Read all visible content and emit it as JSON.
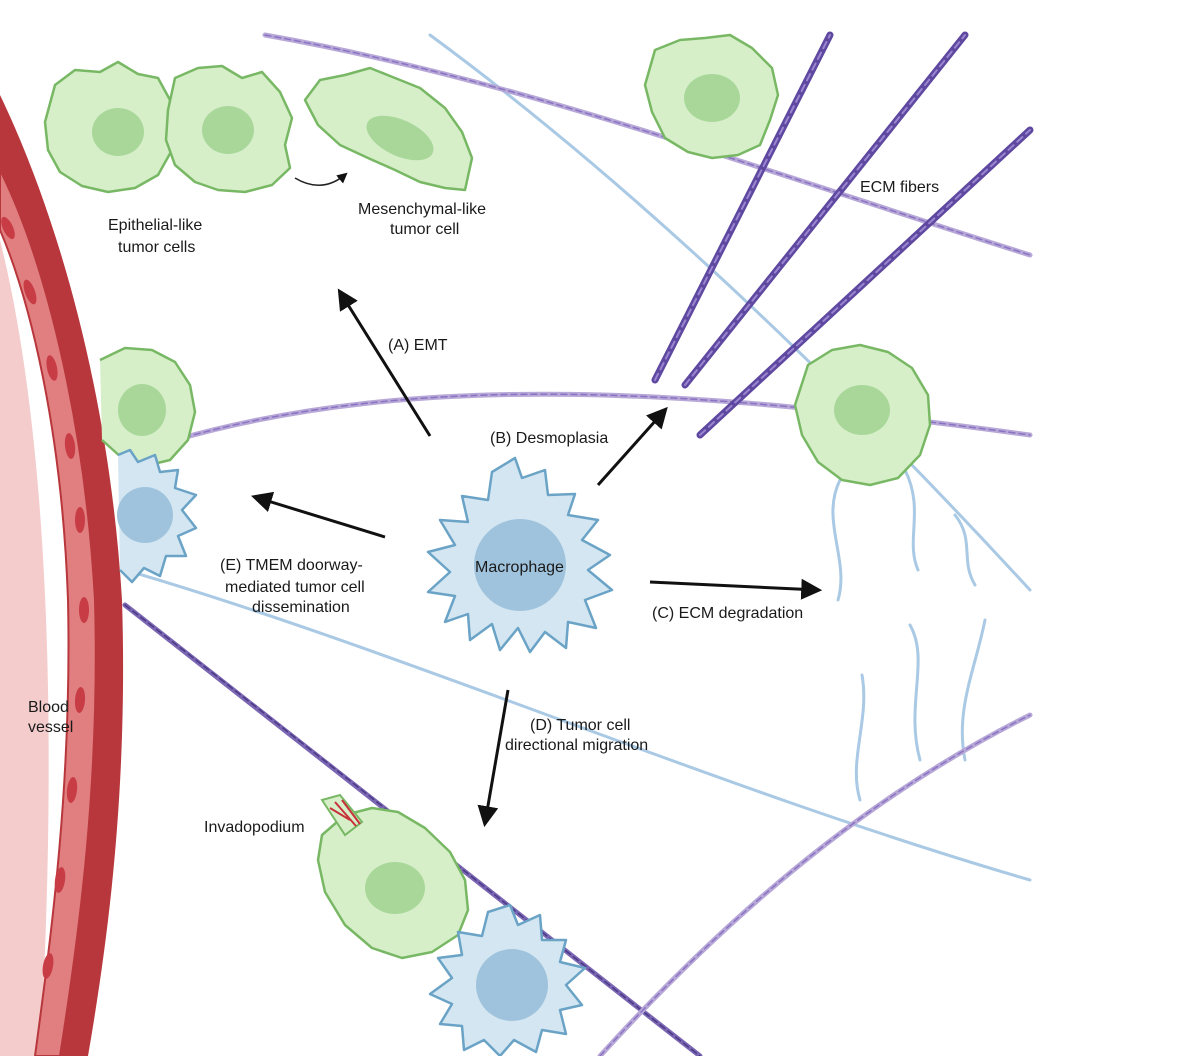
{
  "labels": {
    "epithelial_line1": "Epithelial-like",
    "epithelial_line2": "tumor cells",
    "mesenchymal_line1": "Mesenchymal-like",
    "mesenchymal_line2": "tumor cell",
    "ecm_fibers": "ECM fibers",
    "emt": "(A) EMT",
    "desmoplasia": "(B) Desmoplasia",
    "ecm_degradation": "(C) ECM degradation",
    "migration_line1": "(D) Tumor cell",
    "migration_line2": "directional migration",
    "tmem_line1": "(E) TMEM doorway-",
    "tmem_line2": "mediated tumor cell",
    "tmem_line3": "dissemination",
    "macrophage": "Macrophage",
    "invadopodium": "Invadopodium",
    "blood_line1": "Blood",
    "blood_line2": "vessel"
  },
  "colors": {
    "tumor_cell_fill": "#d6efc9",
    "tumor_cell_stroke": "#78b864",
    "tumor_nucleus": "#a9d79a",
    "macrophage_fill": "#d3e6f1",
    "macrophage_stroke": "#6aa3c6",
    "macrophage_nucleus": "#9fc3dc",
    "vessel_wall": "#b8373c",
    "vessel_lumen": "#f3c9c9",
    "endothelium": "#e28283",
    "ecm_fiber": "#6f56a8",
    "collagen_thin": "#a9c9e4",
    "arrow": "#111111"
  }
}
